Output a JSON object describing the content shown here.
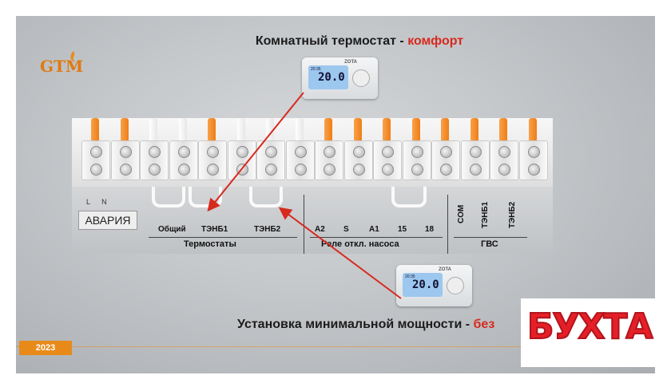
{
  "slide": {
    "title_main": "Комнатный термостат - ",
    "title_accent": "комфорт",
    "bottom_main": "Установка минимальной мощности - ",
    "bottom_accent": "без",
    "year": "2023",
    "logo_text": "GTM",
    "watermark": "БУХТА"
  },
  "thermostat": {
    "brand": "ZOTA",
    "temperature": "20.0",
    "small_readout": "20:35"
  },
  "terminal_labels": {
    "avaria": "АВАРИЯ",
    "ln": "L N",
    "thermostats": [
      "Общий",
      "ТЭНБ1",
      "ТЭНБ2"
    ],
    "thermostats_group": "Термостаты",
    "pump": [
      "A2",
      "S",
      "A1",
      "15",
      "18"
    ],
    "pump_group": "Реле откл. насоса",
    "dhw": [
      "COM",
      "ТЭНБ1",
      "ТЭНБ2"
    ],
    "dhw_group": "ГВС"
  },
  "colors": {
    "accent": "#d62a1e",
    "year_bar": "#e88a1a",
    "watermark": "#e51f28"
  }
}
